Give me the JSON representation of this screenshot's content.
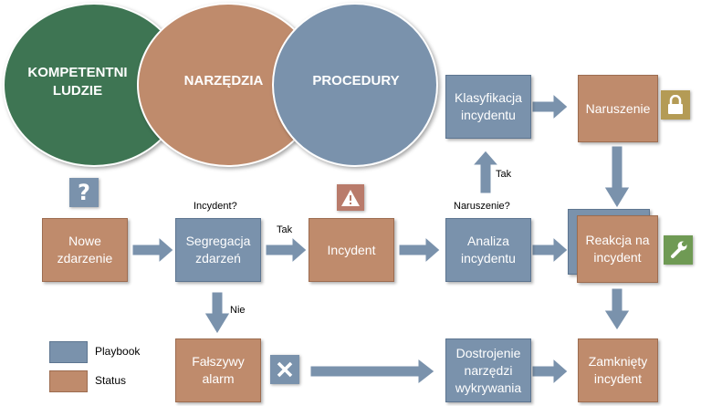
{
  "circles": {
    "people": "KOMPETENTNI LUDZIE",
    "tools": "NARZĘDZIA",
    "procedures": "PROCEDURY"
  },
  "colors": {
    "green": "#3e7553",
    "tan": "#bf8b6c",
    "steel_blue": "#7a92ac"
  },
  "boxes": {
    "new_event": "Nowe zdarzenie",
    "segregation": "Segregacja zdarzeń",
    "incident": "Incydent",
    "analysis": "Analiza incydentu",
    "response": "Reakcja na incydent",
    "classification": "Klasyfikacja incydentu",
    "breach": "Naruszenie",
    "false_alarm": "Fałszywy alarm",
    "tuning": "Dostrojenie narzędzi wykrywania",
    "closed": "Zamknięty incydent"
  },
  "labels": {
    "incident_question": "Incydent?",
    "breach_question": "Naruszenie?",
    "yes_to_incident": "Tak",
    "yes_to_classification": "Tak",
    "no": "Nie"
  },
  "legend": {
    "playbook": "Playbook",
    "status": "Status"
  },
  "icons": {
    "question": "question-icon",
    "warning": "warning-icon",
    "lock": "lock-icon",
    "wrench": "wrench-icon",
    "close": "close-icon"
  }
}
